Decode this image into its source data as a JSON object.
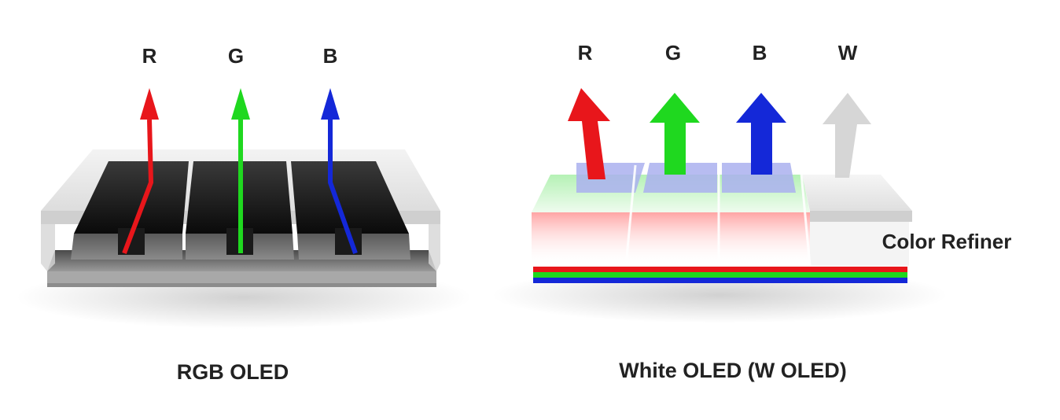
{
  "left_panel": {
    "caption": "RGB OLED",
    "channels": [
      {
        "letter": "R",
        "color": "#e8161b"
      },
      {
        "letter": "G",
        "color": "#1fd81f"
      },
      {
        "letter": "B",
        "color": "#1428d8"
      }
    ]
  },
  "right_panel": {
    "caption": "White OLED (W OLED)",
    "side_label": "Color Refiner",
    "channels": [
      {
        "letter": "R",
        "color": "#e8161b"
      },
      {
        "letter": "G",
        "color": "#1fd81f"
      },
      {
        "letter": "B",
        "color": "#1428d8"
      },
      {
        "letter": "W",
        "color": "#d2d2d2"
      }
    ]
  },
  "stripe_colors": [
    "#e8161b",
    "#1fd81f",
    "#1428d8"
  ]
}
